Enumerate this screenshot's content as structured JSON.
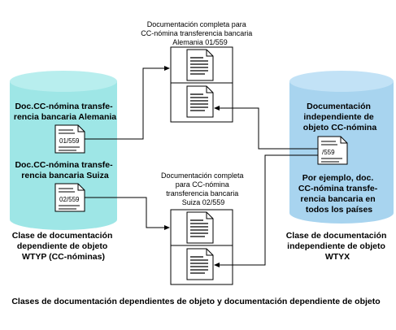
{
  "colors": {
    "left_cylinder": "#9ee6e6",
    "left_cylinder_top": "#b8eeee",
    "right_cylinder": "#a8d4ef",
    "right_cylinder_top": "#c2e2f6",
    "line": "#000000",
    "paper": "#ffffff"
  },
  "icons": {
    "document": "document-icon",
    "folder": "document-folder-icon",
    "arrow": "arrow-icon"
  },
  "top_folder": {
    "caption": [
      "Documentación completa para",
      "CC-nómina transferencia bancaria",
      "Alemania 01/559"
    ]
  },
  "bottom_folder": {
    "caption": [
      "Documentación completa",
      "para CC-nómina",
      "transferencia bancaria",
      "Suiza 02/559"
    ]
  },
  "left_cylinder": {
    "doc_de": {
      "title": [
        "Doc.CC-nómina transfe-",
        "rencia bancaria Alemania"
      ],
      "id": "01/559"
    },
    "doc_ch": {
      "title": [
        "Doc.CC-nómina transfe-",
        "rencia bancaria Suiza"
      ],
      "id": "02/559"
    },
    "caption": [
      "Clase de documentación",
      "dependiente de objeto",
      "WTYP (CC-nóminas)"
    ]
  },
  "right_cylinder": {
    "title": [
      "Documentación",
      "independiente de",
      "objeto CC-nómina"
    ],
    "doc_id": "/559",
    "example": [
      "Por ejemplo, doc.",
      "CC-nómina transfe-",
      "rencia bancaria en",
      "todos los países"
    ],
    "caption": [
      "Clase de documentación",
      "independiente de objeto",
      "WTYX"
    ]
  },
  "figure_caption": "Clases de documentación dependientes de objeto y documentación dependiente de objeto"
}
